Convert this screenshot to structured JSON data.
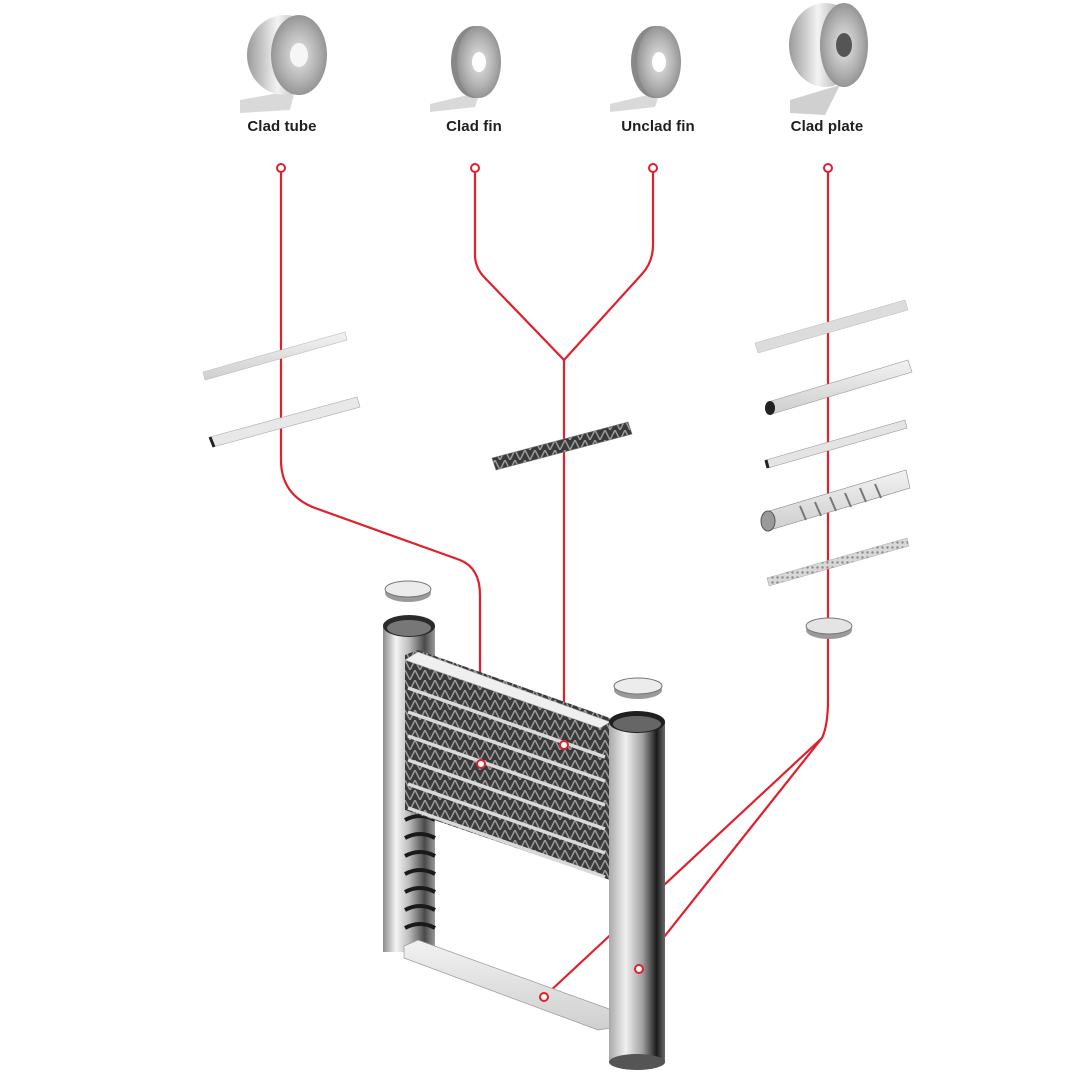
{
  "diagram": {
    "title": "Heat exchanger materials breakdown",
    "line_color": "#e0202c",
    "materials": [
      {
        "id": "clad-tube",
        "label": "Clad tube"
      },
      {
        "id": "clad-fin",
        "label": "Clad fin"
      },
      {
        "id": "unclad-fin",
        "label": "Unclad fin"
      },
      {
        "id": "clad-plate",
        "label": "Clad plate"
      }
    ],
    "components": {
      "clad_tube_parts": [
        "flat plate",
        "flat tube"
      ],
      "fin_parts": [
        "corrugated fin"
      ],
      "clad_plate_parts": [
        "side plate",
        "oval tube",
        "flat tube",
        "turbulator tube",
        "perforated plate",
        "end cap"
      ],
      "assembly": [
        "header tank left",
        "header tank right",
        "end caps",
        "tube and fin core",
        "side plate",
        "spiral turbulator"
      ]
    },
    "connections": [
      {
        "from": "Clad tube",
        "to": "tube rows in core"
      },
      {
        "from": "Clad fin",
        "to": "fins in core"
      },
      {
        "from": "Unclad fin",
        "to": "fins in core"
      },
      {
        "from": "Clad plate",
        "to": [
          "bottom side plate",
          "right header tank"
        ]
      }
    ]
  }
}
